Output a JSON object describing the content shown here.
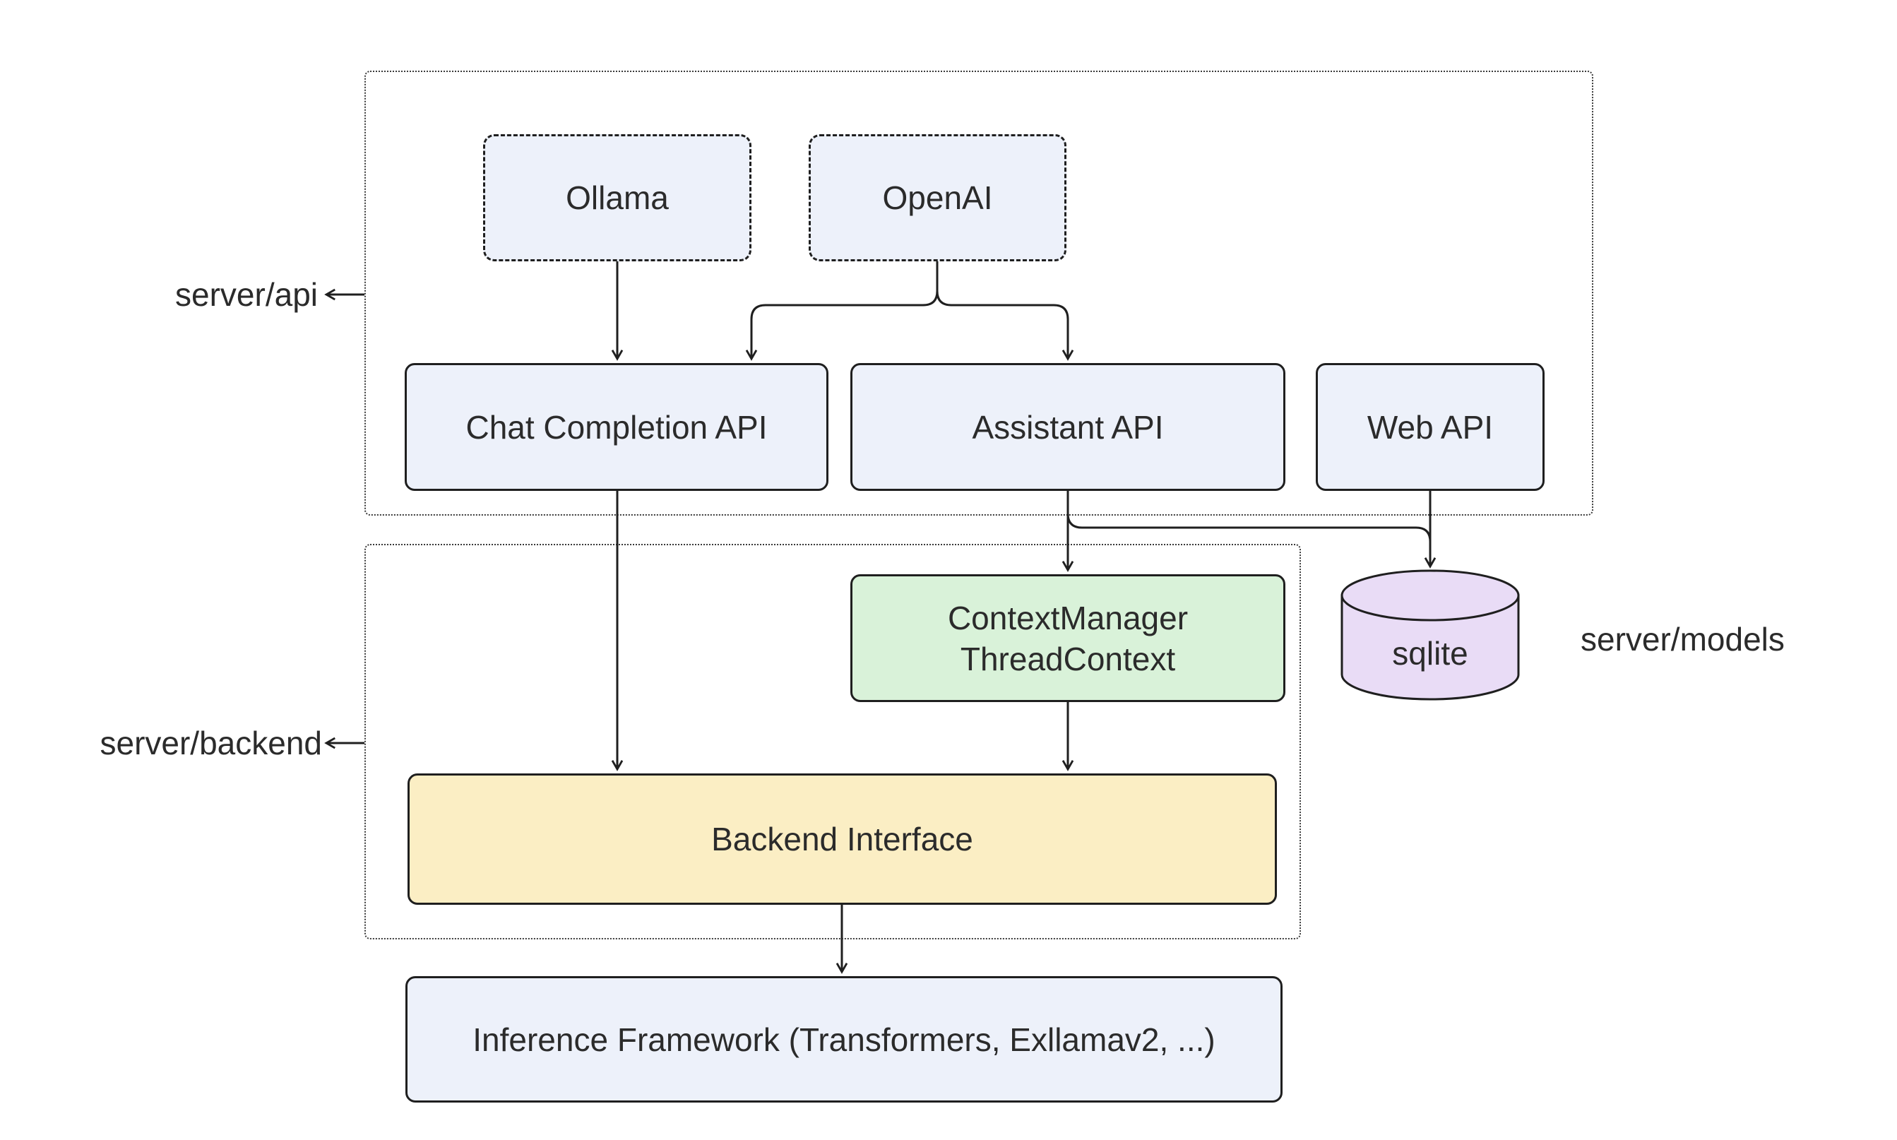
{
  "groups": {
    "server_api": {
      "label": "server/api"
    },
    "server_backend": {
      "label": "server/backend"
    },
    "server_models": {
      "label": "server/models"
    }
  },
  "nodes": {
    "ollama": {
      "label": "Ollama"
    },
    "openai": {
      "label": "OpenAI"
    },
    "chat_completion_api": {
      "label": "Chat Completion API"
    },
    "assistant_api": {
      "label": "Assistant API"
    },
    "web_api": {
      "label": "Web API"
    },
    "context_manager": {
      "line1": "ContextManager",
      "line2": "ThreadContext"
    },
    "sqlite": {
      "label": "sqlite"
    },
    "backend_interface": {
      "label": "Backend Interface"
    },
    "inference_framework": {
      "label": "Inference Framework (Transformers, Exllamav2, ...)"
    }
  },
  "edges": [
    {
      "from": "ollama",
      "to": "chat_completion_api"
    },
    {
      "from": "openai",
      "to": "chat_completion_api"
    },
    {
      "from": "openai",
      "to": "assistant_api"
    },
    {
      "from": "chat_completion_api",
      "to": "backend_interface"
    },
    {
      "from": "assistant_api",
      "to": "context_manager"
    },
    {
      "from": "assistant_api",
      "to": "sqlite"
    },
    {
      "from": "web_api",
      "to": "sqlite"
    },
    {
      "from": "context_manager",
      "to": "backend_interface"
    },
    {
      "from": "backend_interface",
      "to": "inference_framework"
    },
    {
      "from": "server_api_group",
      "to": "server_api_label"
    },
    {
      "from": "server_backend_group",
      "to": "server_backend_label"
    }
  ],
  "colors": {
    "canvas_bg": "#ffffff",
    "node_blue": "#edf1fa",
    "node_green": "#d9f2d9",
    "node_yellow": "#fbeec4",
    "node_purple": "#e9dcf6",
    "stroke": "#1f1f1f",
    "text": "#2b2b2b"
  }
}
